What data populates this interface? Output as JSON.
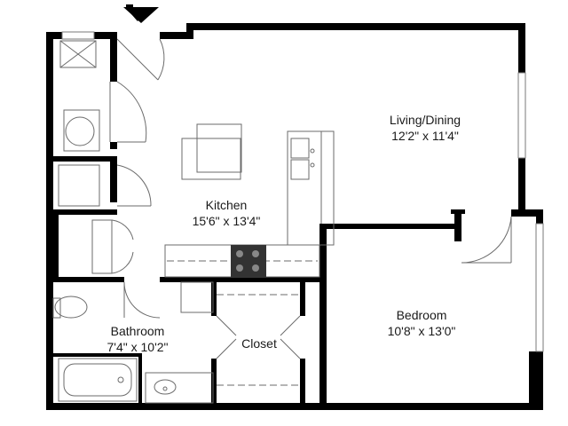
{
  "rooms": {
    "living": {
      "name": "Living/Dining",
      "size": "12'2\" x 11'4\""
    },
    "kitchen": {
      "name": "Kitchen",
      "size": "15'6\" x 13'4\""
    },
    "bathroom": {
      "name": "Bathroom",
      "size": "7'4\" x 10'2\""
    },
    "closet": {
      "name": "Closet"
    },
    "bedroom": {
      "name": "Bedroom",
      "size": "10'8\" x 13'0\""
    }
  },
  "colors": {
    "wall": "#000000",
    "line": "#6b6b6b",
    "label": "#1a1a1a"
  }
}
